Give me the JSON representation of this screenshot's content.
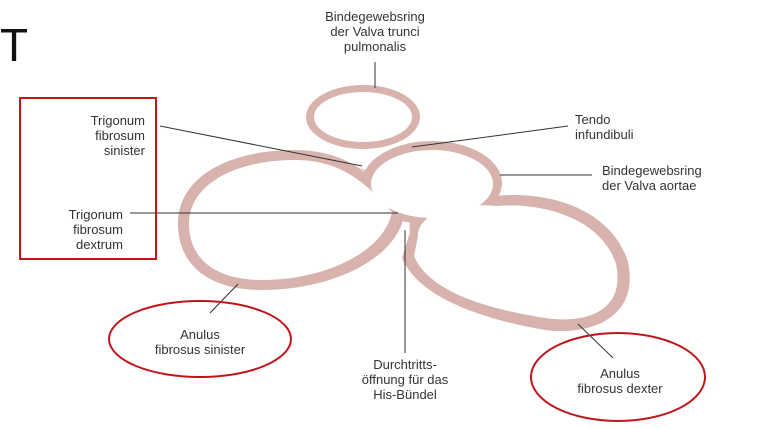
{
  "cut_off_glyph": "T",
  "labels": {
    "valva_trunci_pulmonalis": "Bindegewebsring\nder Valva trunci\npulmonalis",
    "tendo_infundibuli": "Tendo\ninfundibuli",
    "valva_aortae": "Bindegewebsring\nder Valva aortae",
    "trigonum_sinister": "Trigonum\nfibrosum\nsinister",
    "trigonum_dextrum": "Trigonum\nfibrosum\ndextrum",
    "anulus_sinister": "Anulus\nfibrosus sinister",
    "his_buendel": "Durchtritts-\nöffnung für das\nHis-Bündel",
    "anulus_dexter": "Anulus\nfibrosus dexter"
  },
  "colors": {
    "ring": "#d8b3ae",
    "ring_stroke": "#c9a09a",
    "leader": "#333333",
    "highlight": "#c0161b"
  }
}
